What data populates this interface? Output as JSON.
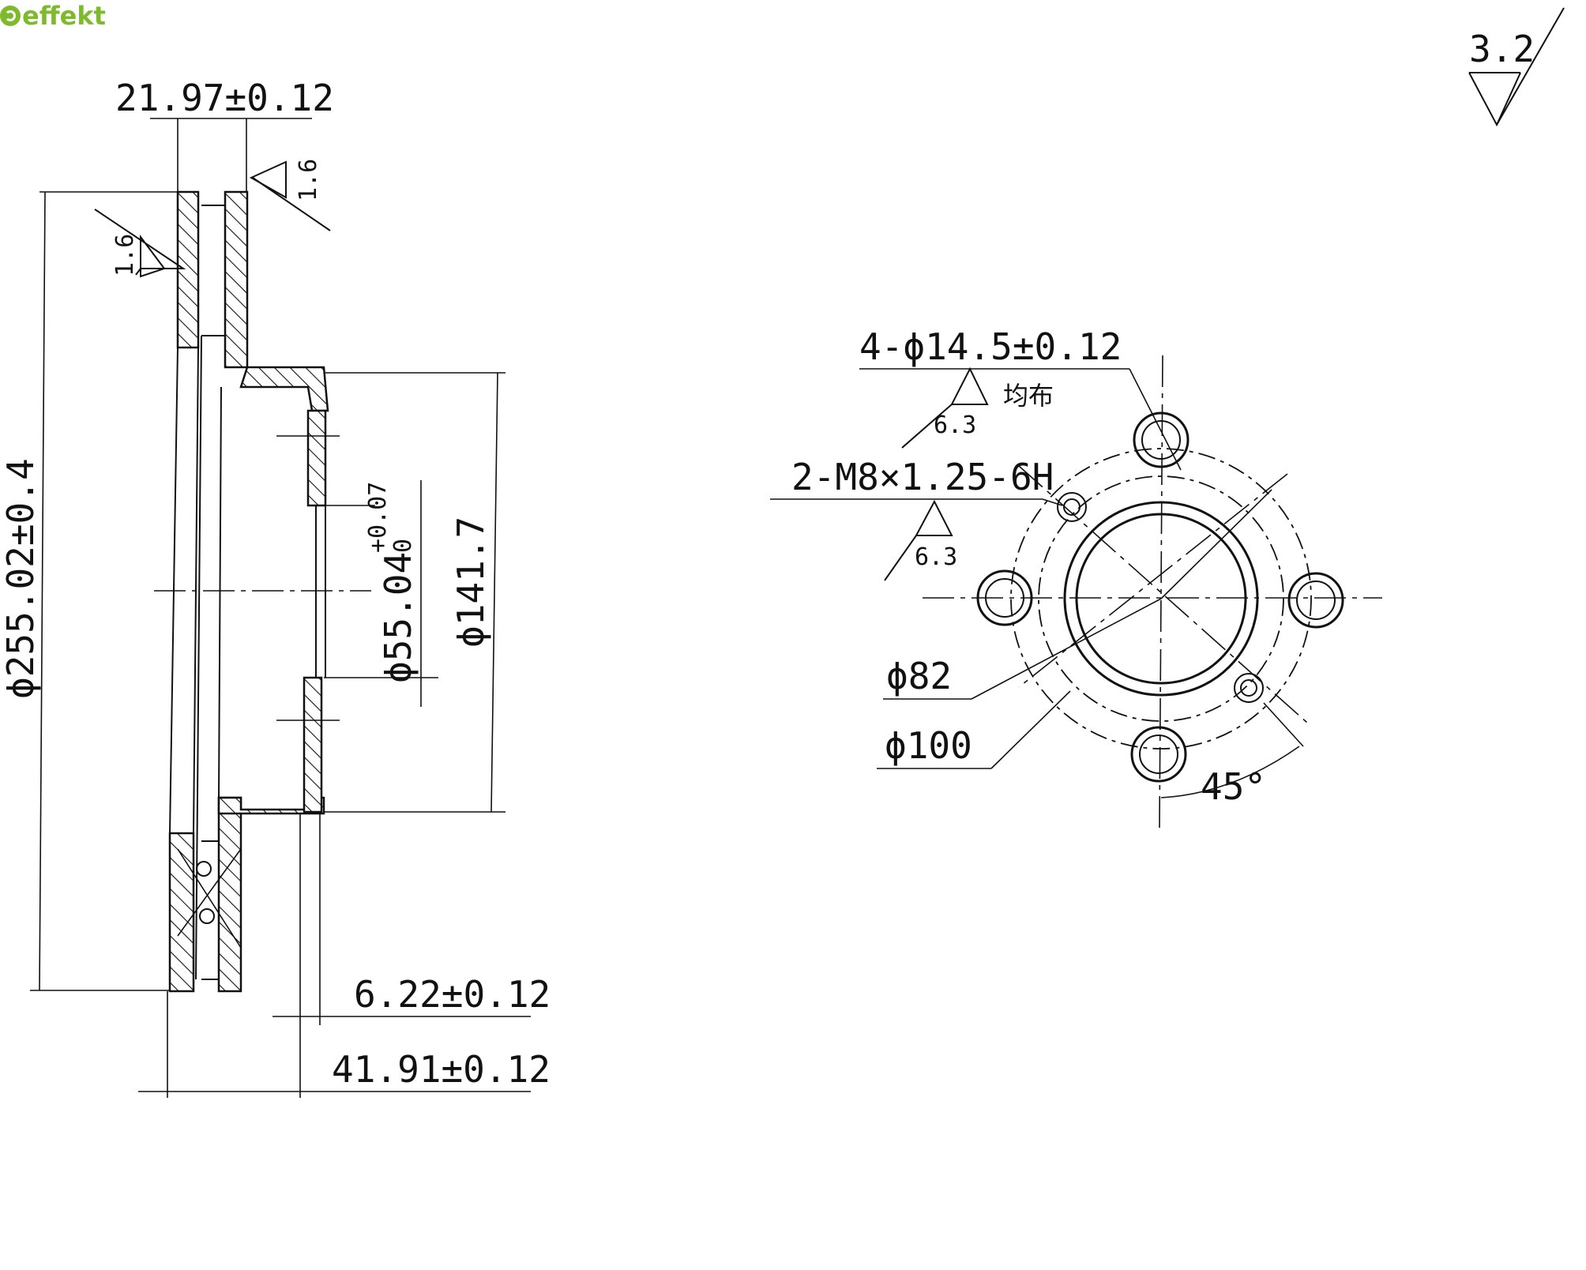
{
  "brand": {
    "name": "effekt",
    "color": "#7dbb2c"
  },
  "side_view": {
    "width_dim": "21.97±0.12",
    "roughness_outer_left": "1.6",
    "roughness_outer_right": "1.6",
    "outer_diameter": "ϕ255.02±0.4",
    "bore_diameter": "ϕ55.04",
    "bore_tol_upper": "+0.07",
    "bore_tol_lower": "0",
    "hat_diameter": "ϕ141.7",
    "offset_dim": "6.22±0.12",
    "total_height_dim": "41.91±0.12"
  },
  "front_view": {
    "general_roughness": "3.2",
    "bolt_holes_label": "4-ϕ14.5±0.12",
    "bolt_holes_note": "均布",
    "bolt_holes_roughness": "6.3",
    "threaded_holes_label": "2-M8×1.25-6H",
    "threaded_holes_roughness": "6.3",
    "inner_diameter_label": "ϕ82",
    "pcd_label": "ϕ100",
    "angle_label": "45°"
  }
}
